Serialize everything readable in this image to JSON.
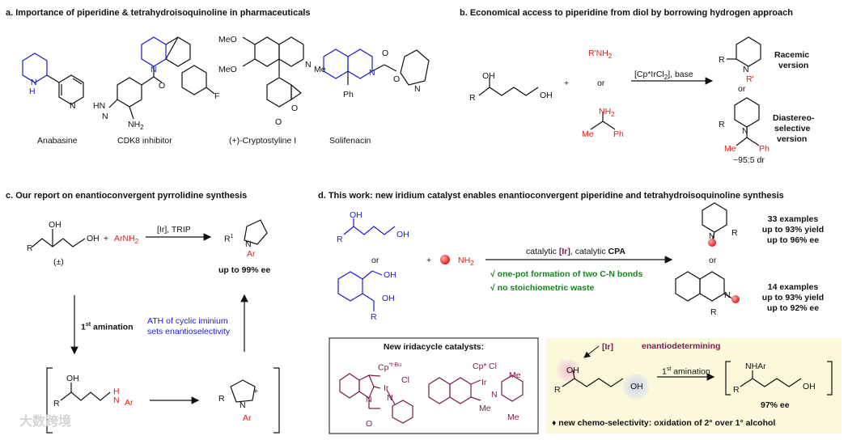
{
  "panel_a": {
    "heading": "a. Importance of piperidine & tetrahydroisoquinoline in pharmaceuticals",
    "captions": [
      "Anabasine",
      "CDK8 inhibitor",
      "(+)-Cryptostyline I",
      "Solifenacin"
    ],
    "atoms": {
      "n": "N",
      "h": "H",
      "f": "F",
      "o": "O",
      "hn": "HN",
      "nh2": "NH",
      "nh2_sub": "2",
      "meo": "MeO",
      "me": "Me",
      "ph": "Ph"
    }
  },
  "panel_b": {
    "heading": "b. Economical access to piperidine from diol by borrowing hydrogen approach",
    "diol_oh1": "OH",
    "diol_oh2": "OH",
    "diol_r": "R",
    "plus": "+",
    "amine": "R'NH",
    "amine_sub": "2",
    "or1": "or",
    "chiral_amine": "NH",
    "chiral_amine_sub": "2",
    "me": "Me",
    "ph": "Ph",
    "catalyst": "[Cp*IrCl",
    "catalyst_sub": "2",
    "catalyst_end": "], base",
    "racemic": "Racemic",
    "version1": "version",
    "or2": "or",
    "diastereo": "Diastereo-",
    "selective": "selective",
    "version2": "version",
    "dr": "~95:5 dr",
    "r_prime": "R'",
    "r": "R",
    "n": "N"
  },
  "panel_c": {
    "heading": "c. Our report on enantioconvergent pyrrolidine synthesis",
    "oh": "OH",
    "oh2": "OH",
    "r": "R",
    "racemic": "(±)",
    "plus": "+",
    "arnh2": "ArNH",
    "arnh2_sub": "2",
    "reagent": "[Ir], TRIP",
    "product_r1": "R",
    "product_r1_sup": "1",
    "n": "N",
    "ar": "Ar",
    "ee": "up to 99% ee",
    "first": "1",
    "first_sup": "st",
    "amination": " amination",
    "ath1": "ATH of cyclic iminium",
    "ath2": "sets enantioselectivity",
    "nh": "H",
    "n2": "N",
    "ar2": "Ar",
    "r2": "R",
    "plus_charge": "+",
    "ar3": "Ar"
  },
  "panel_d": {
    "heading": "d. This work: new iridium catalyst enables enantioconvergent piperidine and tetrahydroisoquinoline synthesis",
    "oh_a": "OH",
    "oh_b": "OH",
    "r": "R",
    "or_mid": "or",
    "oh_c": "OH",
    "oh_d": "OH",
    "r2": "R",
    "plus": "+",
    "nh2": "NH",
    "nh2_sub": "2",
    "conditions_pre": "catalytic ",
    "conditions_ir": "[Ir]",
    "conditions_mid": ", catalytic ",
    "conditions_cpa": "CPA",
    "check1": "√ one-pot formation of two C-N bonds",
    "check2": "√ no stoichiometric waste",
    "result1": [
      "33 examples",
      "up to 93% yield",
      "up to 96% ee"
    ],
    "or_right": "or",
    "result2": [
      "14 examples",
      "up to 93% yield",
      "up to 92% ee"
    ],
    "n": "N",
    "rr": "R"
  },
  "catalysts_box": {
    "title": "New iridacycle catalysts:",
    "cat1_cp": "Cp",
    "cat1_sup": "*t-Bu",
    "cat1_ir": "Ir",
    "cat1_cl": "Cl",
    "cat1_n": "N",
    "cat1_o": "O",
    "cat2_cp": "Cp*",
    "cat2_cl": "Cl",
    "cat2_ir": "Ir",
    "cat2_n": "N",
    "cat2_me1": "Me",
    "cat2_me2": "Me"
  },
  "mechanism_box": {
    "label": "enantiodetermining",
    "ir": "[Ir]",
    "oh1": "OH",
    "oh2": "OH",
    "r": "R",
    "step_pre": "1",
    "step_sup": "st",
    "step_post": " amination",
    "nhar": "NHAr",
    "oh3": "OH",
    "r2": "R",
    "ee": "97% ee",
    "footnote": "♦ new chemo-selectivity: oxidation of 2° over 1° alcohol"
  },
  "watermark": "大数跨境",
  "colors": {
    "red": "#e0201b",
    "blue": "#1a1ad6",
    "green": "#16831e",
    "purple": "#7a1a4e",
    "ring_blue": "#1a1ad6",
    "highlight_bg": "#fbf8dc"
  }
}
